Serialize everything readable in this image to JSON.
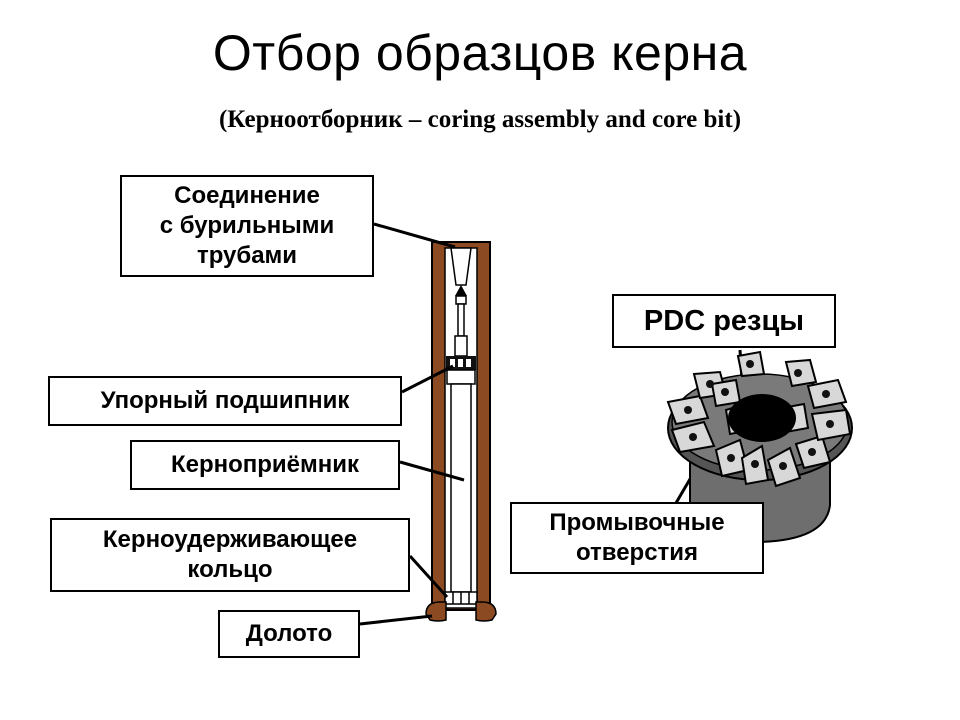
{
  "title": "Отбор образцов керна",
  "subtitle": "(Керноотборник – coring assembly and core bit)",
  "labels": {
    "connection": [
      "Соединение",
      "с бурильными",
      "трубами"
    ],
    "thrust_bearing": "Упорный подшипник",
    "core_barrel": "Керноприёмник",
    "core_catcher": [
      "Керноудерживающее",
      "кольцо"
    ],
    "bit": "Долото",
    "pdc_cutters": "PDC резцы",
    "flushing_ports": [
      "Промывочные",
      "отверстия"
    ]
  },
  "colors": {
    "barrel": "#8b4a22",
    "bit_body": "#6e6e6e",
    "cutter_face": "#cfcfcf"
  }
}
